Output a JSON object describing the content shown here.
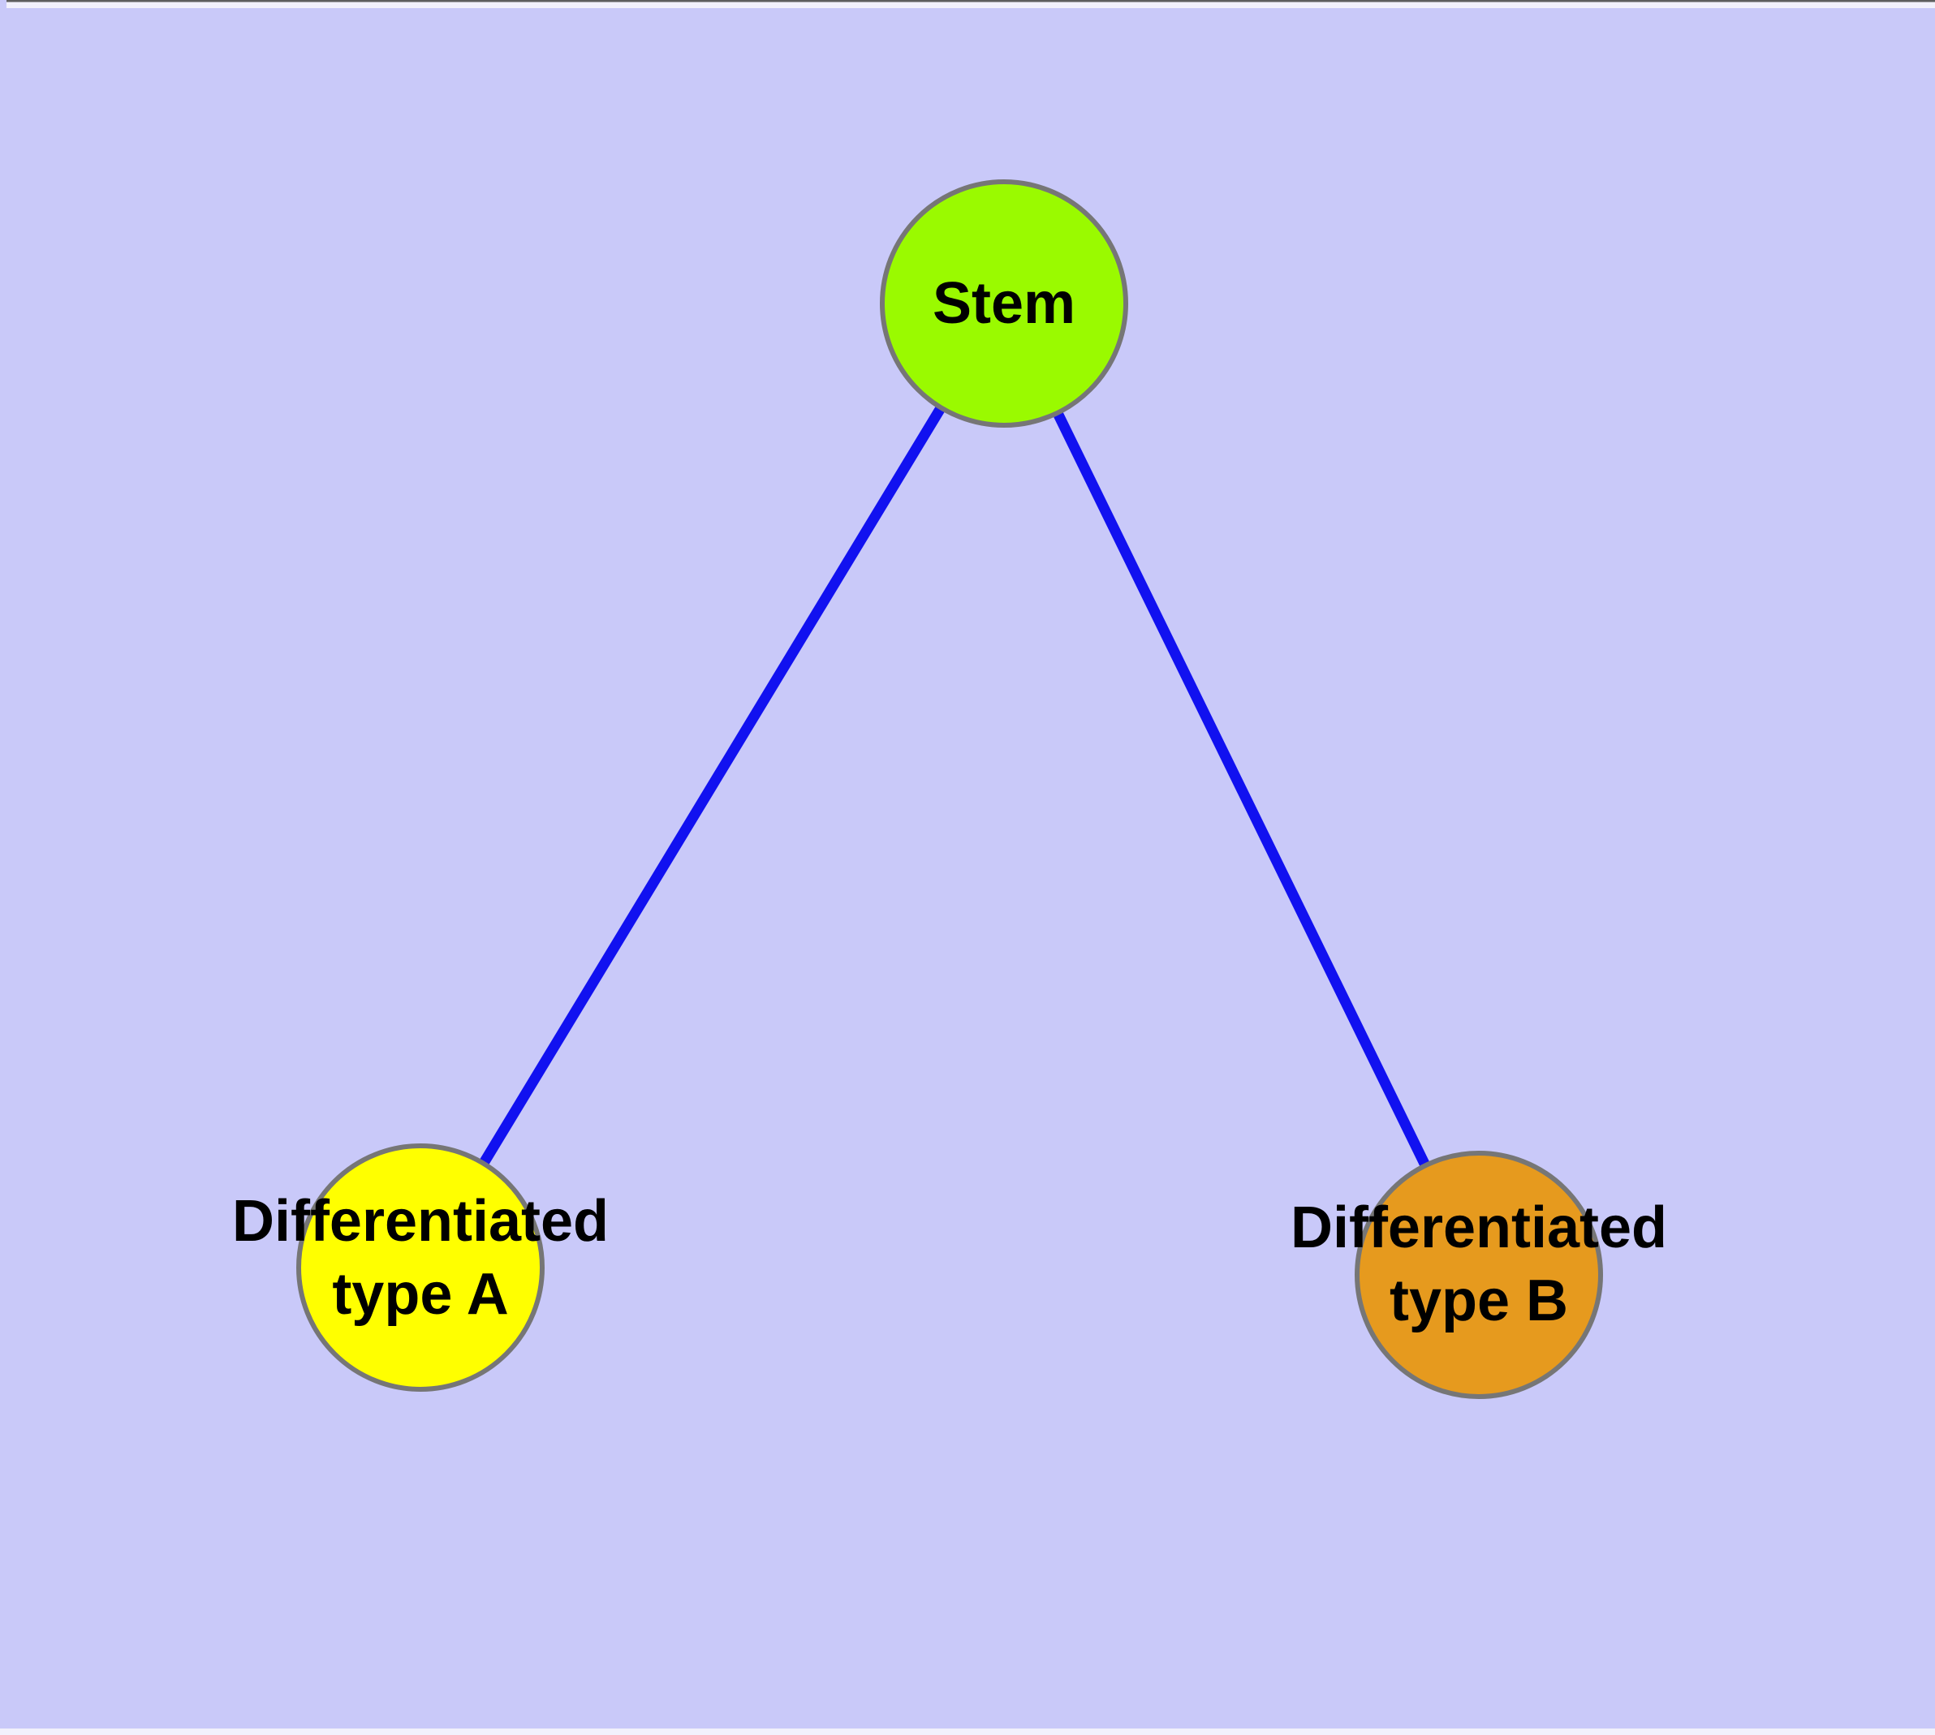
{
  "diagram": {
    "type": "node-link-graph",
    "colors": {
      "background": "#C9C9F9",
      "edge": "#1111F0",
      "node_stroke": "#767676",
      "stem_fill": "#9AFA00",
      "type_a_fill": "#FFFF00",
      "type_b_fill": "#E69A1E",
      "label_color": "#000000",
      "top_border_line": "#5E5E5E",
      "edge_strip": "#F2F1FC"
    },
    "nodes": {
      "stem": {
        "label": "Stem"
      },
      "type_a": {
        "label_line1": "Differentiated",
        "label_line2": "type A"
      },
      "type_b": {
        "label_line1": "Differentiated",
        "label_line2": "type B"
      }
    },
    "edges": [
      {
        "from": "Stem",
        "to": "Differentiated type A"
      },
      {
        "from": "Stem",
        "to": "Differentiated type B"
      }
    ]
  }
}
